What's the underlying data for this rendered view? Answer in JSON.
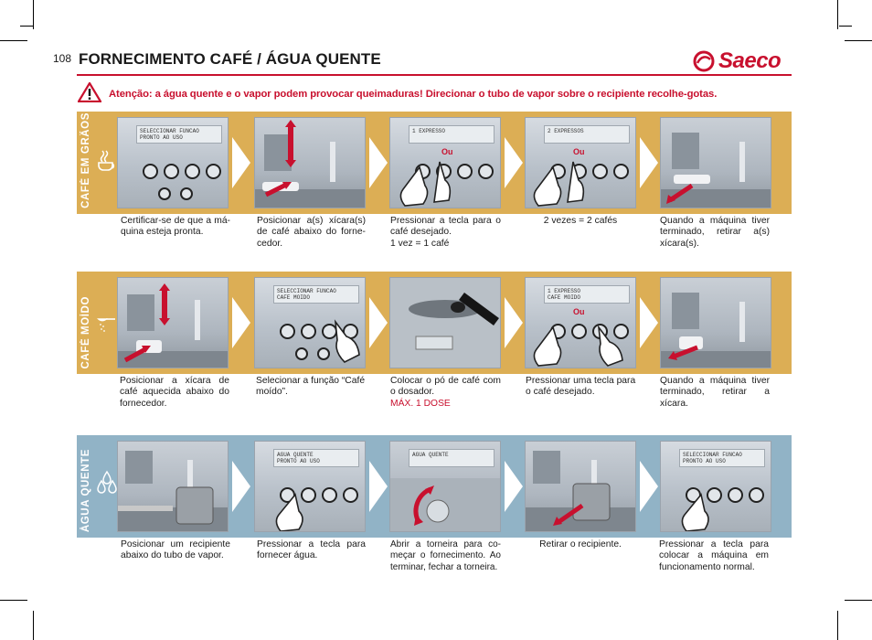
{
  "page": {
    "number": "108",
    "title": "FORNECIMENTO CAFÉ / ÁGUA QUENTE",
    "brand": "Saeco",
    "warning": "Atenção: a água quente e o vapor podem provocar queimaduras! Direcionar o tubo de vapor sobre o recipiente recolhe-gotas."
  },
  "colors": {
    "accent": "#c8102e",
    "band_gold": "#dcae55",
    "band_blue": "#91b3c6",
    "lcd_bg": "#e9edf0"
  },
  "icons": [
    "warning-triangle-icon",
    "coffee-beans-cup-icon",
    "ground-coffee-scoop-icon",
    "water-drops-icon",
    "hand-press-icon",
    "arrow-icon"
  ],
  "sections": [
    {
      "label": "CAFÉ EM GRÃOS",
      "steps": [
        {
          "lcd": [
            "SELECCIONAR FUNCAO",
            "PRONTO AO USO"
          ],
          "caption": "Certificar-se de que a má-quina esteja pronta."
        },
        {
          "caption": "Posicionar a(s) xícara(s) de café abaixo do forne-cedor."
        },
        {
          "lcd": [
            "1 EXPRESSO"
          ],
          "ou": "Ou",
          "caption": "Pressionar a tecla para o café desejado.",
          "caption2": "1 vez = 1 café"
        },
        {
          "lcd": [
            "2 EXPRESSOS"
          ],
          "ou": "Ou",
          "caption": "2 vezes = 2 cafés"
        },
        {
          "caption": "Quando a máquina tiver terminado, retirar a(s) xícara(s)."
        }
      ]
    },
    {
      "label": "CAFÉ MOÍDO",
      "steps": [
        {
          "caption": "Posicionar a xícara de café aquecida abaixo do fornecedor."
        },
        {
          "lcd": [
            "SELECCIONAR FUNCAO",
            "CAFE MOIDO"
          ],
          "caption": "Selecionar a função “Café moído”."
        },
        {
          "caption": "Colocar o pó de café com o dosador.",
          "note": "MÁX. 1 DOSE"
        },
        {
          "lcd": [
            "1 EXPRESSO",
            "CAFE MOIDO"
          ],
          "ou": "Ou",
          "caption": "Pressionar uma tecla para o café desejado."
        },
        {
          "caption": "Quando a máquina tiver terminado, retirar a xícara."
        }
      ]
    },
    {
      "label": "ÁGUA QUENTE",
      "steps": [
        {
          "caption": "Posicionar um recipiente abaixo do tubo de vapor."
        },
        {
          "lcd": [
            "AGUA QUENTE",
            "PRONTO AO USO"
          ],
          "caption": "Pressionar a tecla para fornecer água."
        },
        {
          "lcd": [
            "AGUA QUENTE"
          ],
          "caption": "Abrir a torneira para co-meçar o fornecimento. Ao terminar, fechar a torneira."
        },
        {
          "caption": "Retirar o recipiente."
        },
        {
          "lcd": [
            "SELECCIONAR FUNCAO",
            "PRONTO AO USO"
          ],
          "caption": "Pressionar a tecla para colocar a máquina em funcionamento normal."
        }
      ]
    }
  ]
}
